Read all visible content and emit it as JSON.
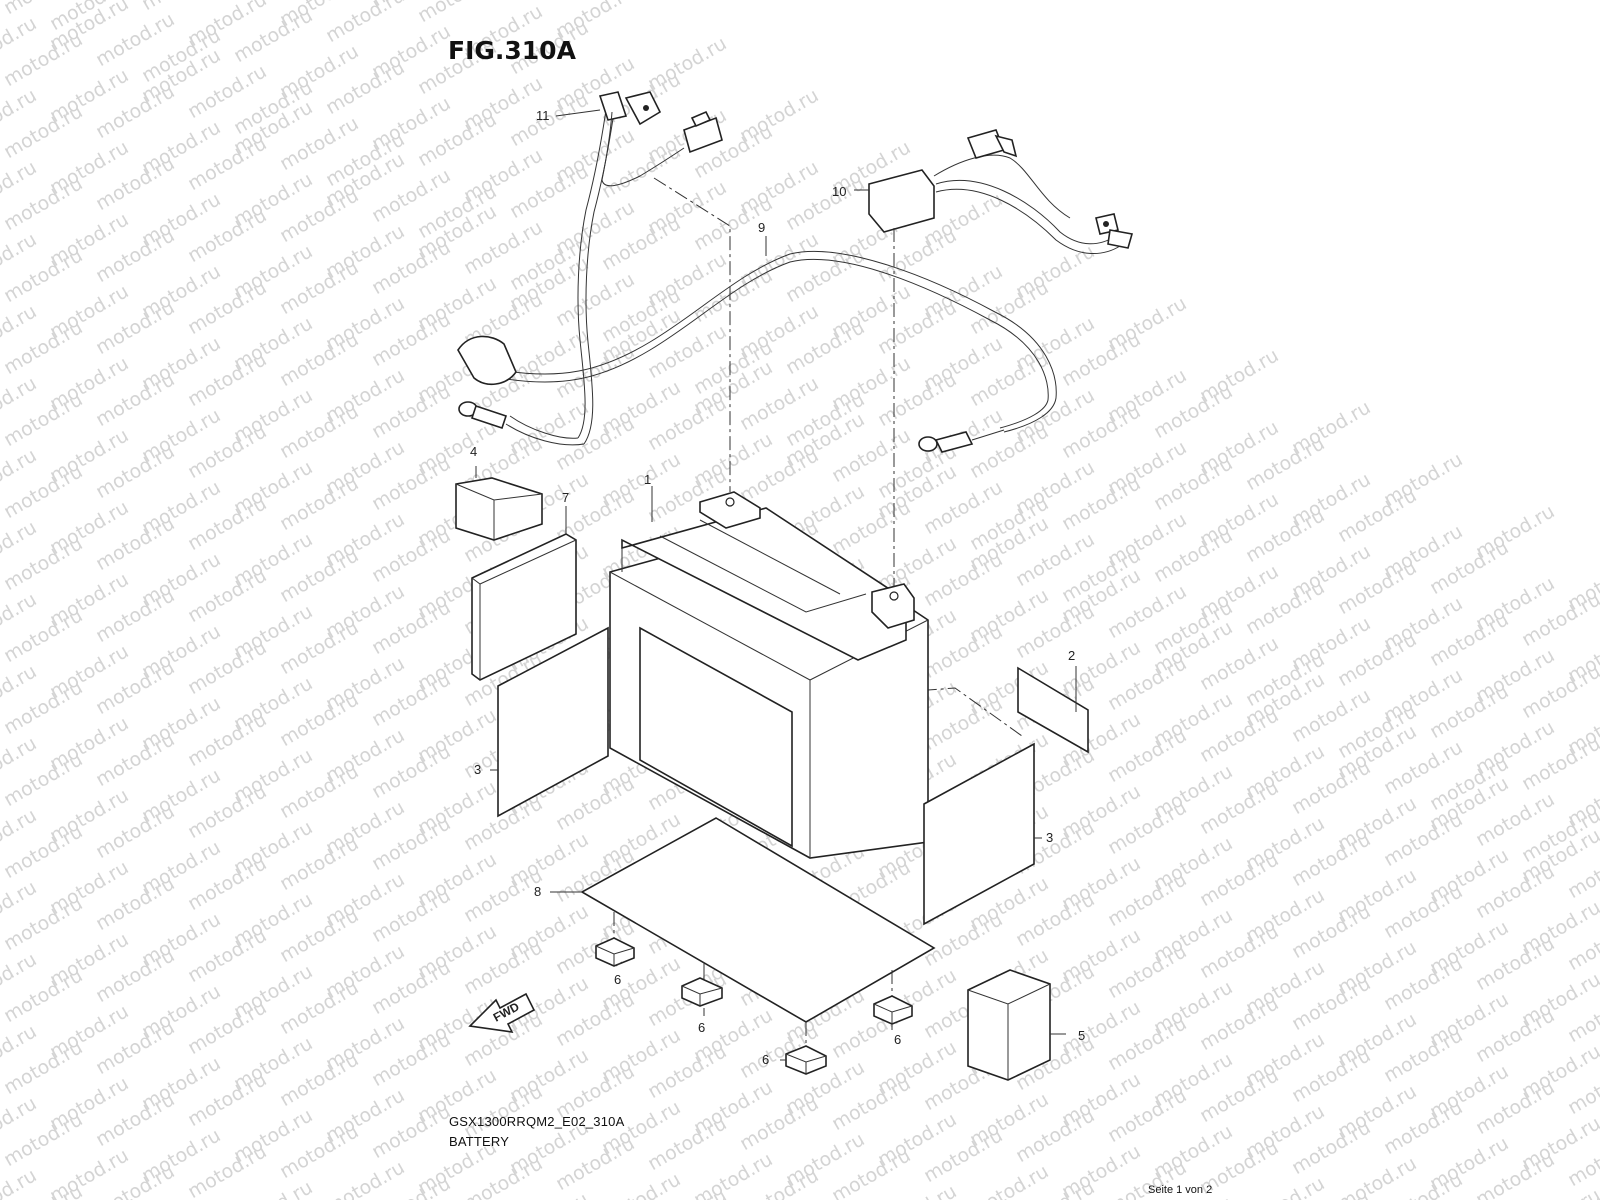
{
  "figure": {
    "title": "FIG.310A",
    "model_code": "GSX1300RRQM2_E02_310A",
    "section": "BATTERY",
    "page_indicator": "Seite 1 von 2",
    "watermark": "motod.ru",
    "fwd_label": "FWD"
  },
  "callouts": [
    {
      "id": "1",
      "part": "battery"
    },
    {
      "id": "2",
      "part": "label"
    },
    {
      "id": "3",
      "part": "cushion-left"
    },
    {
      "id": "3",
      "part": "cushion-right"
    },
    {
      "id": "4",
      "part": "block"
    },
    {
      "id": "5",
      "part": "block-lower"
    },
    {
      "id": "6",
      "part": "pad"
    },
    {
      "id": "6",
      "part": "pad"
    },
    {
      "id": "6",
      "part": "pad"
    },
    {
      "id": "6",
      "part": "pad"
    },
    {
      "id": "7",
      "part": "case"
    },
    {
      "id": "8",
      "part": "plate"
    },
    {
      "id": "9",
      "part": "lead-wire"
    },
    {
      "id": "10",
      "part": "cover"
    },
    {
      "id": "11",
      "part": "lead-wire"
    }
  ]
}
